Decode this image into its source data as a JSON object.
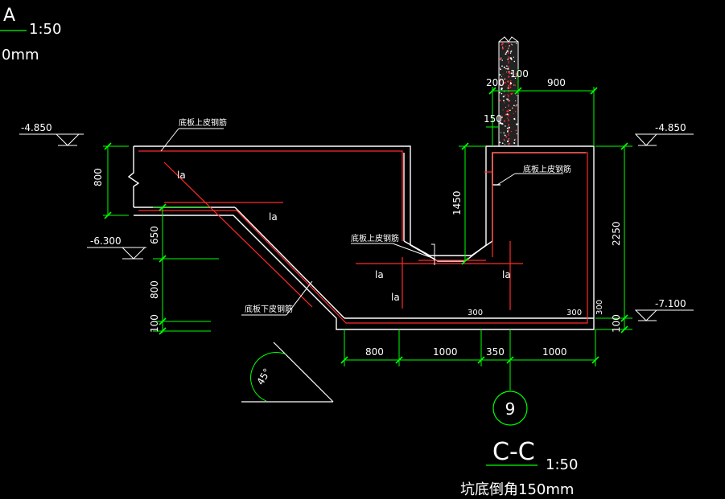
{
  "header": {
    "detail_letter": "A",
    "detail_scale": "1:50",
    "note": "0mm"
  },
  "levels": {
    "left_top": "-4.850",
    "left_mid": "-6.300",
    "right_top": "-4.850",
    "right_bottom": "-7.100"
  },
  "labels": {
    "bottom_top_rebar_left": "底板上皮钢筋",
    "bottom_top_rebar_right": "底板上皮钢筋",
    "bottom_top_rebar_mid": "底板上皮钢筋",
    "bottom_lower_rebar": "底板下皮钢筋",
    "la1": "la",
    "la2": "la",
    "la3": "la",
    "la4": "la",
    "la5": "la"
  },
  "dimensions": {
    "left_800": "800",
    "left_650": "650",
    "left_800b": "800",
    "left_100": "100",
    "wall_200": "200",
    "wall_100": "100",
    "wall_900": "900",
    "wall_150": "150",
    "pit_1450": "1450",
    "right_2250": "2250",
    "right_100": "100",
    "bottom_800": "800",
    "bottom_1000a": "1000",
    "bottom_350": "350",
    "bottom_1000b": "1000",
    "corner_300a": "300",
    "corner_300b": "300",
    "corner_300c": "300",
    "angle": "45°"
  },
  "grid_bubble": "9",
  "section": {
    "title": "C-C",
    "scale": "1:50",
    "note": "坑底倒角150mm"
  },
  "colors": {
    "background": "#000000",
    "concrete": "#ffffff",
    "rebar": "#ff2a2a",
    "dimension": "#00ff00",
    "text": "#ffffff"
  }
}
